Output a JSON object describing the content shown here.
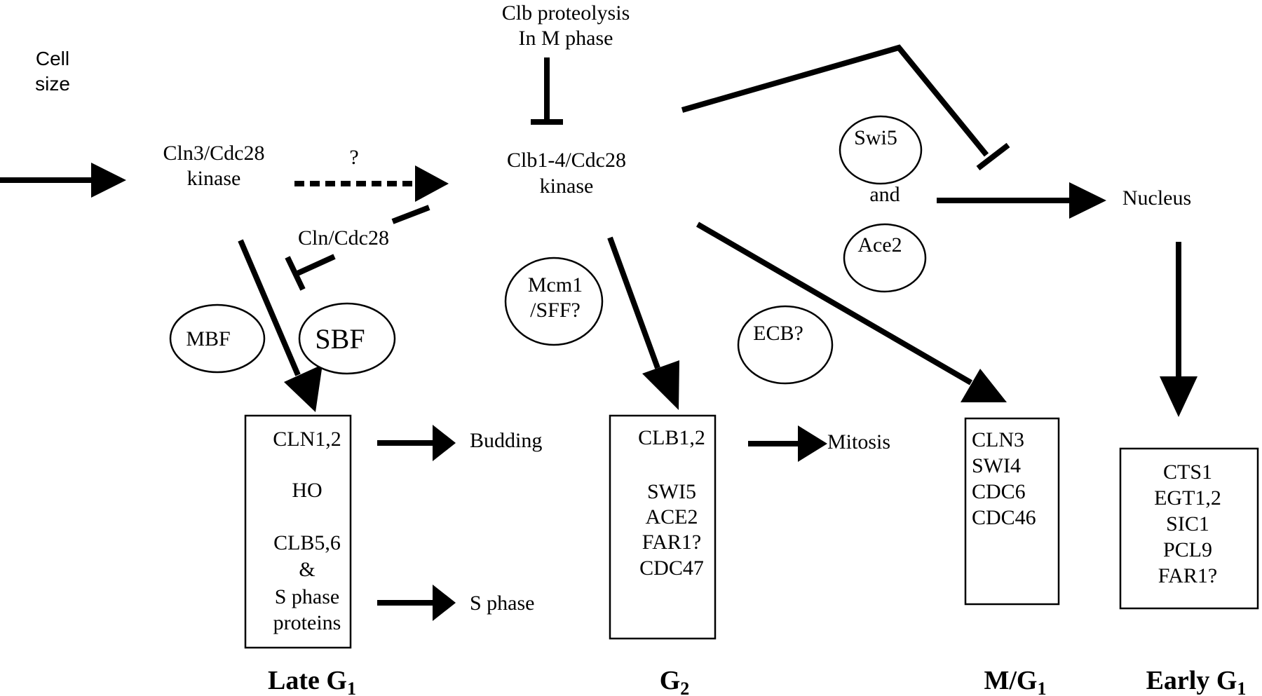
{
  "inputs": {
    "cell_size": [
      "Cell",
      "size"
    ],
    "clb_proteolysis": [
      "Clb proteolysis",
      "In M phase"
    ]
  },
  "kinases": {
    "cln3": [
      "Cln3/Cdc28",
      "kinase"
    ],
    "clb14": [
      "Clb1-4/Cdc28",
      "kinase"
    ],
    "unknown_link": "?",
    "cln_cdc28": "Cln/Cdc28"
  },
  "factors": {
    "mbf": "MBF",
    "sbf": "SBF",
    "mcm1": [
      "Mcm1",
      "/SFF?"
    ],
    "ecb": "ECB?",
    "swi5": "Swi5",
    "and": "and",
    "ace2": "Ace2"
  },
  "targets": {
    "nucleus": "Nucleus",
    "budding": "Budding",
    "s_phase": "S phase",
    "mitosis": "Mitosis"
  },
  "gene_boxes": {
    "late_g1": [
      "CLN1,2",
      "HO",
      "CLB5,6",
      "&",
      "S phase",
      "proteins"
    ],
    "g2": [
      "CLB1,2",
      "SWI5",
      "ACE2",
      "FAR1?",
      "CDC47"
    ],
    "m_g1": [
      "CLN3",
      "SWI4",
      "CDC6",
      "CDC46"
    ],
    "early_g1": [
      "CTS1",
      "EGT1,2",
      "SIC1",
      "PCL9",
      "FAR1?"
    ]
  },
  "phases": {
    "late_g1": {
      "main": "Late G",
      "sub": "1"
    },
    "g2": {
      "main": "G",
      "sub": "2"
    },
    "m_g1": {
      "main": "M/G",
      "sub": "1"
    },
    "early_g1": {
      "main": "Early G",
      "sub": "1"
    }
  }
}
